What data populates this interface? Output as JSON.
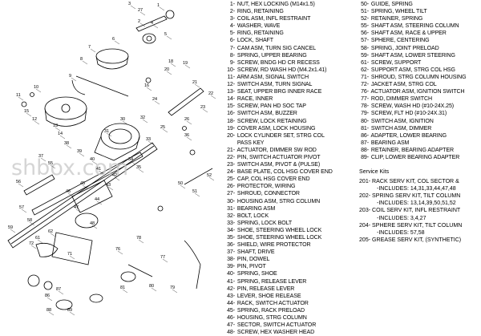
{
  "watermark": "shbox.com",
  "parts_col1": [
    {
      "n": "1",
      "label": "NUT, HEX LOCKING (M14x1.5)"
    },
    {
      "n": "2",
      "label": "RING, RETAINING"
    },
    {
      "n": "3",
      "label": "COIL ASM, INFL RESTRAINT"
    },
    {
      "n": "4",
      "label": "WASHER, WAVE"
    },
    {
      "n": "5",
      "label": "RING, RETAINING"
    },
    {
      "n": "6",
      "label": "LOCK, SHAFT"
    },
    {
      "n": "7",
      "label": "CAM ASM, TURN SIG CANCEL"
    },
    {
      "n": "8",
      "label": "SPRING, UPPER BEARING"
    },
    {
      "n": "9",
      "label": "SCREW, BNDG HD CR RECESS"
    },
    {
      "n": "10",
      "label": "SCREW, RD WASH HD (M4.2x1.41)"
    },
    {
      "n": "11",
      "label": "ARM ASM, SIGNAL SWITCH"
    },
    {
      "n": "12",
      "label": "SWITCH ASM, TURN SIGNAL"
    },
    {
      "n": "13",
      "label": "SEAT, UPPER BRG INNER RACE"
    },
    {
      "n": "14",
      "label": "RACE, INNER"
    },
    {
      "n": "15",
      "label": "SCREW, PAN HD SOC TAP"
    },
    {
      "n": "16",
      "label": "SWITCH ASM, BUZZER"
    },
    {
      "n": "18",
      "label": "SCREW, LOCK RETAINING"
    },
    {
      "n": "19",
      "label": "COVER ASM, LOCK HOUSING"
    },
    {
      "n": "20",
      "label": "LOCK CYLINDER SET, STRG COL"
    },
    {
      "n": "",
      "label": "PASS KEY"
    },
    {
      "n": "21",
      "label": "ACTUATOR, DIMMER SW ROD"
    },
    {
      "n": "22",
      "label": "PIN, SWITCH ACTUATOR PIVOT"
    },
    {
      "n": "23",
      "label": "SWITCH ASM, PIVOT & (PULSE)"
    },
    {
      "n": "24",
      "label": "BASE PLATE, COL HSG COVER END"
    },
    {
      "n": "25",
      "label": "CAP, COL HSG COVER END"
    },
    {
      "n": "26",
      "label": "PROTECTOR, WIRING"
    },
    {
      "n": "27",
      "label": "SHROUD, CONNECTOR"
    },
    {
      "n": "30",
      "label": "HOUSING ASM, STRG COLUMN"
    },
    {
      "n": "31",
      "label": "BEARING ASM"
    },
    {
      "n": "32",
      "label": "BOLT, LOCK"
    },
    {
      "n": "33",
      "label": "SPRING, LOCK BOLT"
    },
    {
      "n": "34",
      "label": "SHOE, STEERING WHEEL LOCK"
    },
    {
      "n": "35",
      "label": "SHOE, STEERING WHEEL LOCK"
    },
    {
      "n": "36",
      "label": "SHIELD, WIRE PROTECTOR"
    },
    {
      "n": "37",
      "label": "SHAFT, DRIVE"
    },
    {
      "n": "38",
      "label": "PIN, DOWEL"
    },
    {
      "n": "39",
      "label": "PIN, PIVOT"
    },
    {
      "n": "40",
      "label": "SPRING, SHOE"
    },
    {
      "n": "41",
      "label": "SPRING, RELEASE LEVER"
    },
    {
      "n": "42",
      "label": "PIN, RELEASE LEVER"
    },
    {
      "n": "43",
      "label": "LEVER, SHOE RELEASE"
    },
    {
      "n": "44",
      "label": "RACK, SWITCH ACTUATOR"
    },
    {
      "n": "45",
      "label": "SPRING, RACK PRELOAD"
    },
    {
      "n": "46",
      "label": "HOUSING, STRG COLUMN"
    },
    {
      "n": "47",
      "label": "SECTOR, SWITCH ACTUATOR"
    },
    {
      "n": "48",
      "label": "SCREW, HEX WASHER HEAD"
    }
  ],
  "parts_col2": [
    {
      "n": "50",
      "label": "GUIDE, SPRING"
    },
    {
      "n": "51",
      "label": "SPRING, WHEEL TILT"
    },
    {
      "n": "52",
      "label": "RETAINER, SPRING"
    },
    {
      "n": "55",
      "label": "SHAFT ASM, STEERING COLUMN"
    },
    {
      "n": "56",
      "label": "SHAFT ASM, RACE & UPPER"
    },
    {
      "n": "57",
      "label": "SPHERE, CENTERING"
    },
    {
      "n": "58",
      "label": "SPRING, JOINT PRELOAD"
    },
    {
      "n": "59",
      "label": "SHAFT ASM, LOWER STEERING"
    },
    {
      "n": "61",
      "label": "SCREW, SUPPORT"
    },
    {
      "n": "62",
      "label": "SUPPORT ASM, STRG COL HSG"
    },
    {
      "n": "71",
      "label": "SHROUD, STRG COLUMN HOUSING"
    },
    {
      "n": "72",
      "label": "JACKET ASM, STRG COL"
    },
    {
      "n": "76",
      "label": "ACTUATOR ASM, IGNITION SWITCH"
    },
    {
      "n": "77",
      "label": "ROD, DIMMER SWITCH"
    },
    {
      "n": "78",
      "label": "SCREW, WASH HD (#10-24X.25)"
    },
    {
      "n": "79",
      "label": "SCREW, FLT HD (#10-24X.31)"
    },
    {
      "n": "80",
      "label": "SWITCH ASM, IGNITION"
    },
    {
      "n": "81",
      "label": "SWITCH ASM, DIMMER"
    },
    {
      "n": "86",
      "label": "ADAPTER, LOWER BEARING"
    },
    {
      "n": "87",
      "label": "BEARING ASM"
    },
    {
      "n": "88",
      "label": "RETAINER, BEARING ADAPTER"
    },
    {
      "n": "89",
      "label": "CLIP, LOWER BEARING ADAPTER"
    }
  ],
  "service_kits": {
    "title": "Service Kits",
    "kits": [
      {
        "code": "201-",
        "label": "RACK SERV KIT, COL SECTOR &",
        "includes": "-INCLUDES: 14,31,33,44,47,48"
      },
      {
        "code": "202-",
        "label": "SPRING SERV KIT, TILT COLUMN",
        "includes": "-INCLUDES: 13,14,39,50,51,52"
      },
      {
        "code": "203-",
        "label": "COIL SERV KIT, INFL RESTRAINT",
        "includes": "-INCLUDES: 3,4,27"
      },
      {
        "code": "204-",
        "label": "SPHERE SERV KIT, TILT COLUMN",
        "includes": "-INCLUDES: 57,58"
      },
      {
        "code": "205-",
        "label": "GREASE SERV KIT, (SYNTHETIC)",
        "includes": ""
      }
    ]
  },
  "callouts": [
    "1",
    "2",
    "3",
    "4",
    "5",
    "6",
    "7",
    "8",
    "9",
    "10",
    "11",
    "12",
    "13",
    "14",
    "15",
    "16",
    "18",
    "19",
    "20",
    "21",
    "22",
    "23",
    "24",
    "25",
    "26",
    "27",
    "30",
    "31",
    "32",
    "33",
    "34",
    "35",
    "36",
    "37",
    "38",
    "39",
    "40",
    "41",
    "42",
    "43",
    "44",
    "45",
    "46",
    "47",
    "48",
    "50",
    "51",
    "52",
    "55",
    "56",
    "57",
    "58",
    "59",
    "61",
    "62",
    "71",
    "72",
    "76",
    "77",
    "78",
    "79",
    "80",
    "81",
    "86",
    "87",
    "88",
    "89"
  ]
}
